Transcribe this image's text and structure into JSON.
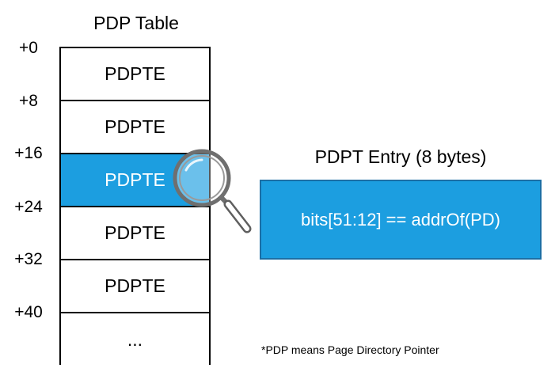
{
  "pdp_table": {
    "title": "PDP Table",
    "rows": [
      {
        "offset": "+0",
        "label": "PDPTE"
      },
      {
        "offset": "+8",
        "label": "PDPTE"
      },
      {
        "offset": "+16",
        "label": "PDPTE",
        "highlighted": true
      },
      {
        "offset": "+24",
        "label": "PDPTE"
      },
      {
        "offset": "+32",
        "label": "PDPTE"
      },
      {
        "offset": "+40",
        "label": "..."
      }
    ]
  },
  "pdpt_entry": {
    "title": "PDPT Entry (8 bytes)",
    "content": "bits[51:12] == addrOf(PD)"
  },
  "footnote": "*PDP means Page Directory Pointer",
  "icons": {
    "magnifier": "magnifying-glass-icon"
  },
  "colors": {
    "highlight": "#1c9ee0",
    "entry_fill": "#1c9ee0",
    "border": "#000000"
  }
}
